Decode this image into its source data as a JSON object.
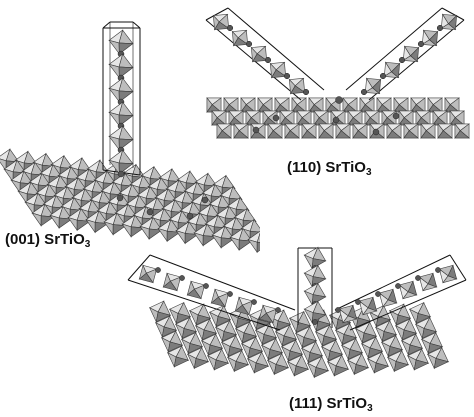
{
  "figure": {
    "background": "#ffffff",
    "panels": [
      {
        "id": "001",
        "prefix": "(001) SrTiO",
        "subscript": "3"
      },
      {
        "id": "110",
        "prefix": "(110) SrTiO",
        "subscript": "3"
      },
      {
        "id": "111",
        "prefix": "(111) SrTiO",
        "subscript": "3"
      }
    ]
  },
  "colors": {
    "octahedron_light": "#e6e6e6",
    "octahedron_mid": "#bdbdbd",
    "octahedron_dark": "#7c7c7c",
    "octahedron_edge": "#3a3a3a",
    "atom": "#555555",
    "cell_line": "#111111"
  }
}
